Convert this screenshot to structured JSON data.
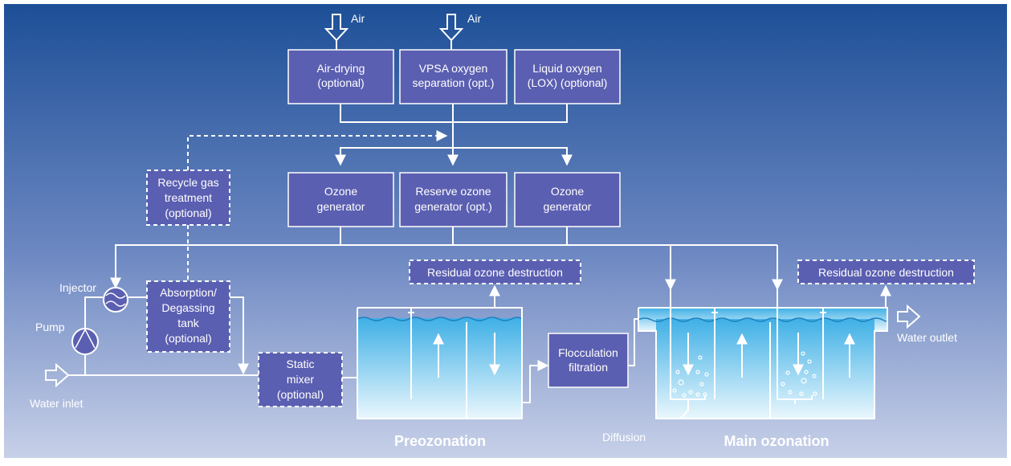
{
  "colors": {
    "bg_top": "#1f5299",
    "bg_bottom": "#c4cde6",
    "box_fill": "#5a5fb0",
    "box_stroke": "#ffffff",
    "water_top": "#4fb7e8",
    "water_bottom": "#e6f6fd",
    "line": "#ffffff"
  },
  "labels": {
    "air_1": "Air",
    "air_2": "Air",
    "air_drying": [
      "Air-drying",
      "(optional)"
    ],
    "vpsa": [
      "VPSA oxygen",
      "separation (opt.)"
    ],
    "lox": [
      "Liquid oxygen",
      "(LOX) (optional)"
    ],
    "ozone_gen_1": [
      "Ozone",
      "generator"
    ],
    "reserve_gen": [
      "Reserve ozone",
      "generator (opt.)"
    ],
    "ozone_gen_2": [
      "Ozone",
      "generator"
    ],
    "recycle": [
      "Recycle gas",
      "treatment",
      "(optional)"
    ],
    "absorption": [
      "Absorption/",
      "Degassing",
      "tank",
      "(optional)"
    ],
    "static_mixer": [
      "Static",
      "mixer",
      "(optional)"
    ],
    "residual_1": "Residual ozone destruction",
    "residual_2": "Residual ozone destruction",
    "flocculation": [
      "Flocculation",
      "filtration"
    ],
    "injector": "Injector",
    "pump": "Pump",
    "water_inlet": "Water inlet",
    "water_outlet": "Water outlet",
    "diffusion": "Diffusion",
    "preozonation": "Preozonation",
    "main_ozonation": "Main ozonation"
  }
}
